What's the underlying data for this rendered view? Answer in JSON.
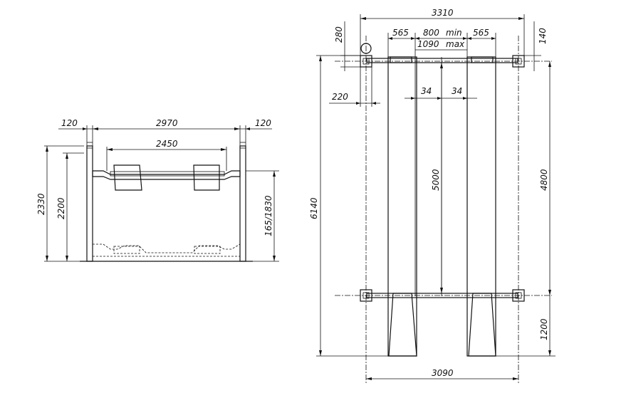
{
  "side_view": {
    "post_offset_left": "120",
    "span_outer": "2970",
    "post_offset_right": "120",
    "runway_span": "2450",
    "overall_height": "2330",
    "post_height": "2200",
    "lift_height": "165/1830"
  },
  "top_view": {
    "overall_width": "3310",
    "offset_top": "280",
    "runway_width_left": "565",
    "gap_min": "800",
    "gap_min_label": "min",
    "gap_max": "1090",
    "gap_max_label": "max",
    "runway_width_right": "565",
    "offset_right_top": "140",
    "inner_left": "34",
    "inner_right": "34",
    "post_offset_left": "220",
    "overall_length": "6140",
    "runway_length": "5000",
    "post_distance": "4800",
    "ramp_length": "1200",
    "base_width": "3090"
  }
}
